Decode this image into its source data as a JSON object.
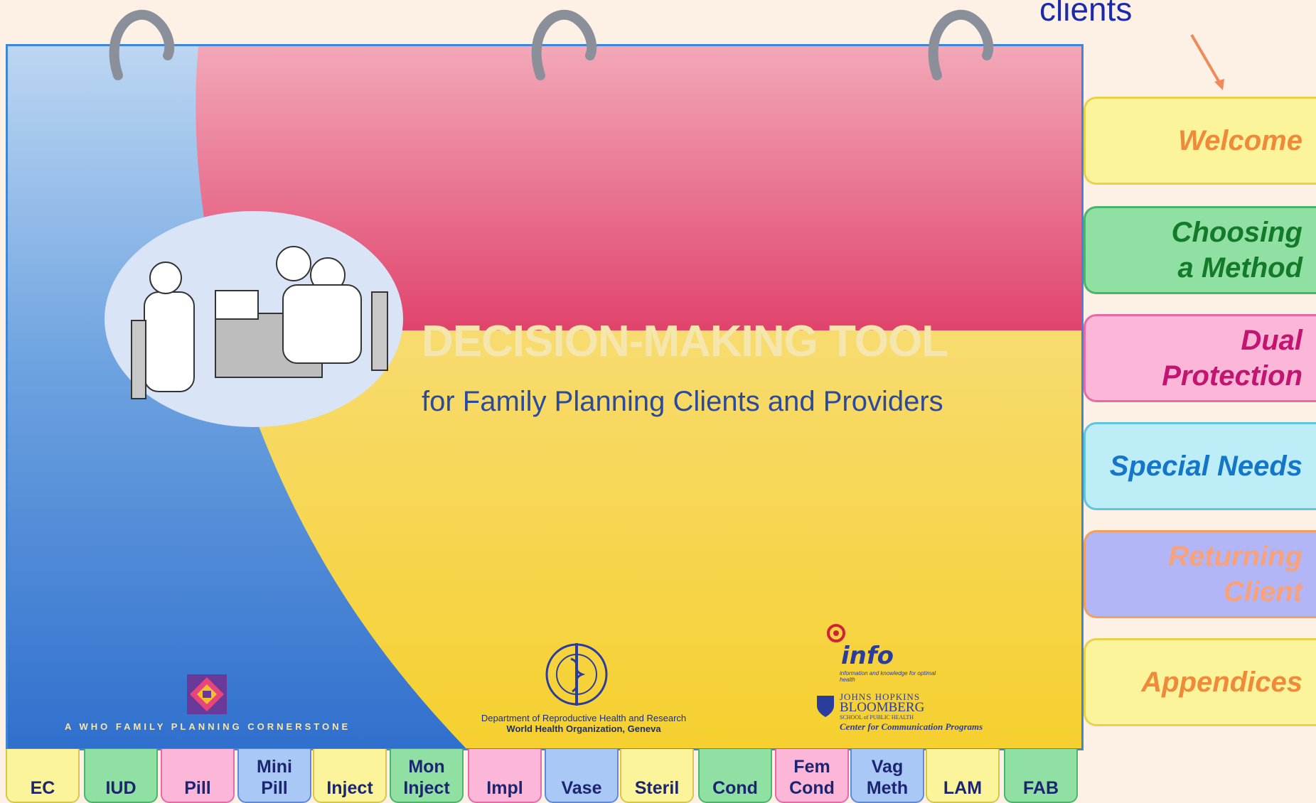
{
  "top_note": "clients",
  "cover": {
    "title": "DECISION-MAKING TOOL",
    "subtitle": "for Family Planning Clients and Providers",
    "cornerstone": "A WHO FAMILY PLANNING CORNERSTONE",
    "who_dept_line1": "Department of Reproductive Health and Research",
    "who_dept_line2": "World Health Organization, Geneva",
    "info_word": "info",
    "info_sub": "information and knowledge for optimal health",
    "jhu_line1": "JOHNS HOPKINS",
    "jhu_line2": "BLOOMBERG",
    "jhu_line3": "SCHOOL of PUBLIC HEALTH",
    "jhu_line4": "Center for Communication Programs"
  },
  "right_tabs": [
    {
      "line1": "Welcome",
      "line2": "",
      "bg": "#fbf49a",
      "border": "#e8d24a",
      "color": "#ef8a3a"
    },
    {
      "line1": "Choosing",
      "line2": "a Method",
      "bg": "#8fe0a2",
      "border": "#4bb36c",
      "color": "#137a2a"
    },
    {
      "line1": "Dual",
      "line2": "Protection",
      "bg": "#fbb6d8",
      "border": "#e66aa8",
      "color": "#c21470"
    },
    {
      "line1": "Special Needs",
      "line2": "",
      "bg": "#bdeef8",
      "border": "#5fc4de",
      "color": "#1576c8"
    },
    {
      "line1": "Returning",
      "line2": "Client",
      "bg": "#b2b6f6",
      "border": "#f2a060",
      "color": "#f7a27a"
    },
    {
      "line1": "Appendices",
      "line2": "",
      "bg": "#fbf49a",
      "border": "#e8d24a",
      "color": "#ef8a3a"
    }
  ],
  "bottom_tabs": [
    {
      "line1": "",
      "line2": "EC",
      "bg": "#fbf49a",
      "border": "#d8c64a"
    },
    {
      "line1": "",
      "line2": "IUD",
      "bg": "#8fe0a2",
      "border": "#4bb36c"
    },
    {
      "line1": "",
      "line2": "Pill",
      "bg": "#fbb6d8",
      "border": "#e66aa8"
    },
    {
      "line1": "Mini",
      "line2": "Pill",
      "bg": "#aac8f6",
      "border": "#5f8ad6"
    },
    {
      "line1": "",
      "line2": "Inject",
      "bg": "#fbf49a",
      "border": "#d8c64a"
    },
    {
      "line1": "Mon",
      "line2": "Inject",
      "bg": "#8fe0a2",
      "border": "#4bb36c"
    },
    {
      "line1": "",
      "line2": "Impl",
      "bg": "#fbb6d8",
      "border": "#e66aa8"
    },
    {
      "line1": "",
      "line2": "Vase",
      "bg": "#aac8f6",
      "border": "#5f8ad6"
    },
    {
      "line1": "",
      "line2": "Steril",
      "bg": "#fbf49a",
      "border": "#d8c64a"
    },
    {
      "line1": "",
      "line2": "Cond",
      "bg": "#8fe0a2",
      "border": "#4bb36c"
    },
    {
      "line1": "Fem",
      "line2": "Cond",
      "bg": "#fbb6d8",
      "border": "#e66aa8"
    },
    {
      "line1": "Vag",
      "line2": "Meth",
      "bg": "#aac8f6",
      "border": "#5f8ad6"
    },
    {
      "line1": "",
      "line2": "LAM",
      "bg": "#fbf49a",
      "border": "#d8c64a"
    },
    {
      "line1": "",
      "line2": "FAB",
      "bg": "#8fe0a2",
      "border": "#4bb36c"
    }
  ]
}
